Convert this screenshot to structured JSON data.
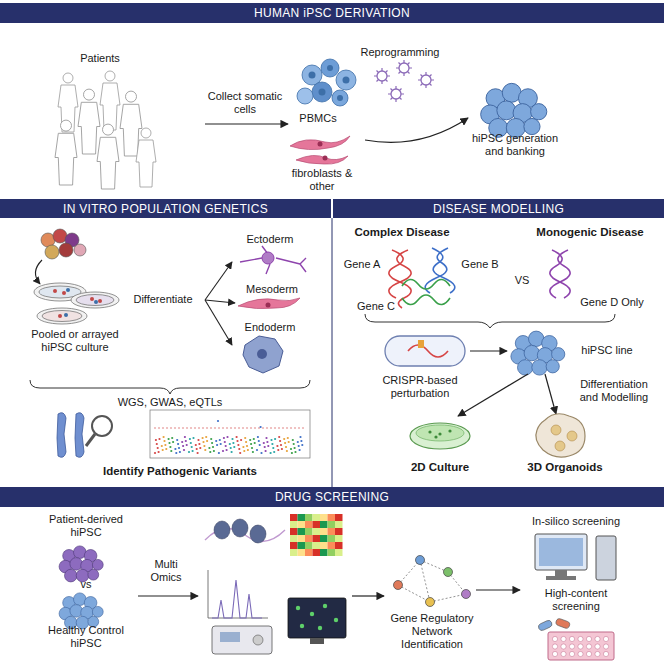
{
  "diagram": {
    "nodes": [
      {
        "text": [
          "HUMAN iPSC DERIVATION"
        ]
      },
      {
        "text": [
          "IN VITRO POPULATION GENETICS"
        ]
      },
      {
        "text": [
          "DISEASE MODELLING"
        ]
      },
      {
        "text": [
          "DRUG SCREENING"
        ]
      }
    ],
    "labels": [
      "Patients",
      "Collect somatic cells",
      "PBMCs",
      "fibroblasts & other",
      "Reprogramming",
      "hiPSC generation and banking",
      "Ectoderm",
      "Mesoderm",
      "Endoderm",
      "Differentiate",
      "Pooled or arrayed hiPSC culture",
      "WGS, GWAS, eQTLs",
      "Identify Pathogenic Variants",
      "Complex Disease",
      "Monogenic Disease",
      "Gene A",
      "Gene B",
      "Gene C",
      "VS",
      "Gene D Only",
      "CRISPR-based perturbation",
      "hiPSC line",
      "Differentiation and Modelling",
      "2D Culture",
      "3D Organoids",
      "Patient-derived hiPSC",
      "Multi Omics",
      "vs",
      "Healthy Control hiPSC",
      "Gene Regulatory Network Identification",
      "In-silico screening",
      "High-content screening"
    ]
  }
}
